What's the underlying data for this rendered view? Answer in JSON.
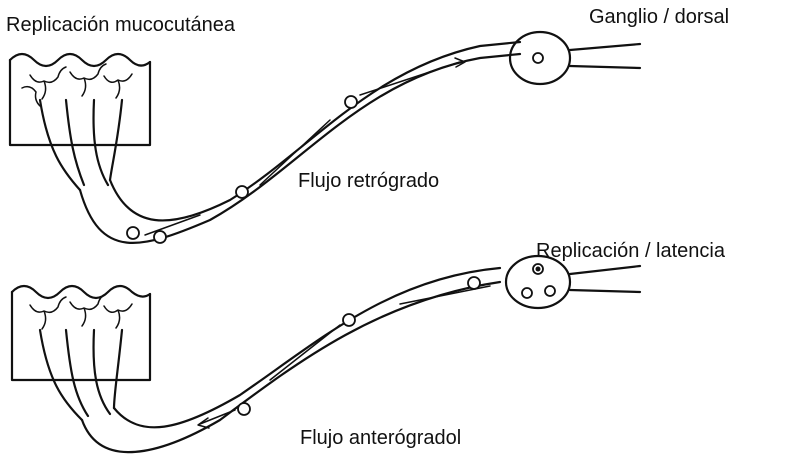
{
  "labels": {
    "top_left": "Replicación  mucocutánea",
    "top_right": "Ganglio / dorsal",
    "middle_flow": "Flujo retrógrado",
    "middle_right": "Replicación / latencia",
    "bottom_flow": "Flujo anterógradol"
  },
  "colors": {
    "ink": "#111111",
    "background": "#ffffff"
  }
}
